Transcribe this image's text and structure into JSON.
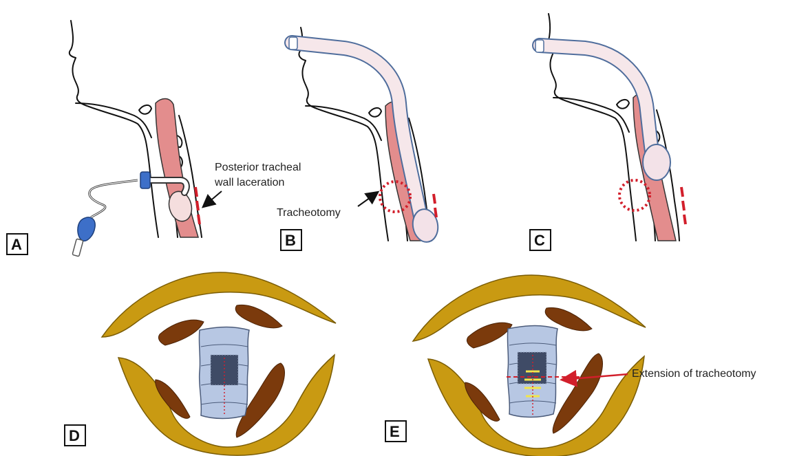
{
  "labels": {
    "posterior_line1": "Posterior tracheal",
    "posterior_line2": "wall laceration",
    "tracheotomy": "Tracheotomy",
    "extension": "Extension of tracheotomy"
  },
  "panels": {
    "A": "A",
    "B": "B",
    "C": "C",
    "D": "D",
    "E": "E"
  },
  "colors": {
    "trachea_fill": "#e38d8d",
    "trachea_light": "#f3c4c4",
    "tube_outline": "#4f6d9c",
    "laceration": "#d21f2b",
    "cartilage_gold": "#c99a12",
    "muscle_brown": "#7b3a0c",
    "trachea_blue": "#b7c7e3",
    "patch_dark": "#3f4b66",
    "stitch_yellow": "#f2e54a",
    "cuff_blue": "#3d6fc8"
  }
}
